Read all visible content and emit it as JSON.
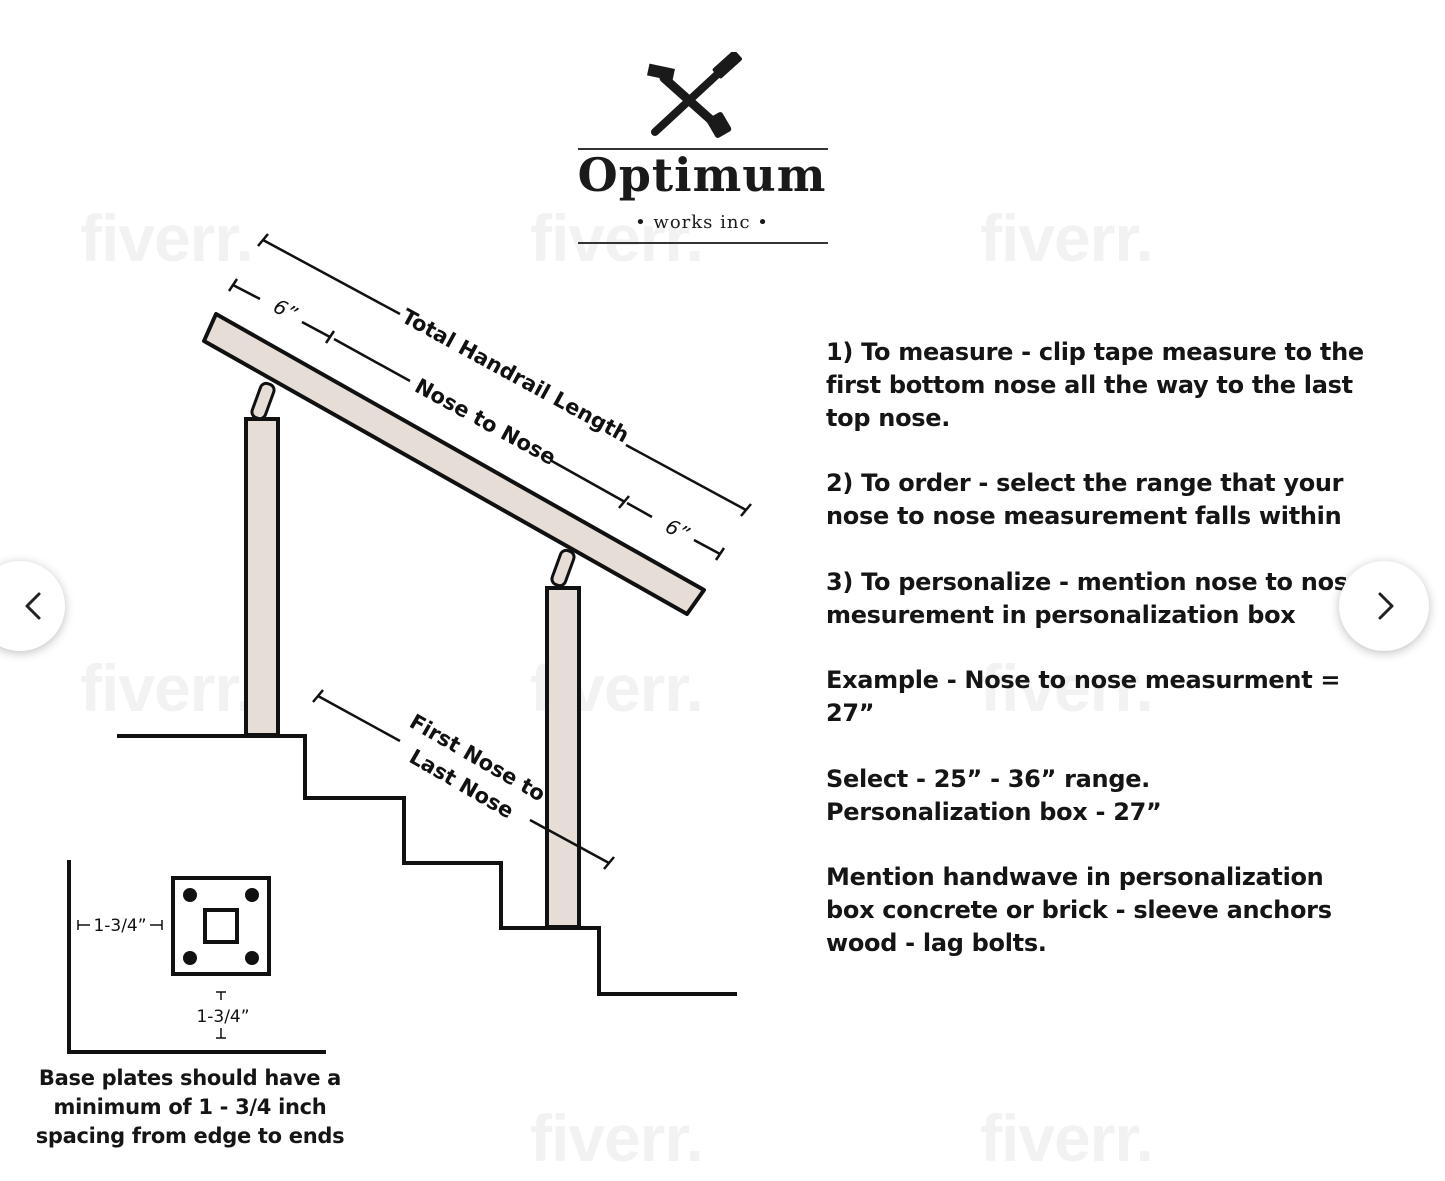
{
  "logo": {
    "name": "Optimum",
    "sub": "• works inc •",
    "icon": "crossed-tools-icon"
  },
  "watermark": "fiverr.",
  "diagram": {
    "total_label": "Total Handrail Length",
    "nose_label": "Nose to Nose",
    "offset_top": "6”",
    "offset_bottom": "6”",
    "first_last_line1": "First Nose to",
    "first_last_line2": "Last Nose"
  },
  "baseplate": {
    "side_label": "1-3/4”",
    "bottom_label": "1-3/4”",
    "caption": "Base plates should have a\nminimum of 1 - 3/4 inch\nspacing from edge to ends"
  },
  "instructions": [
    "1) To measure - clip tape measure to the\nfirst bottom nose all the way to the last\ntop nose.",
    "2) To order - select the range that your\nnose to nose measurement falls within",
    "3) To personalize - mention nose to nose\nmesurement in personalization box",
    "Example - Nose to nose measurment =\n27”",
    "Select - 25” - 36” range.\nPersonalization box - 27”",
    "Mention handwave in personalization\nbox concrete or brick - sleeve anchors\nwood - lag bolts."
  ],
  "nav": {
    "prev_icon": "chevron-left-icon",
    "next_icon": "chevron-right-icon"
  }
}
